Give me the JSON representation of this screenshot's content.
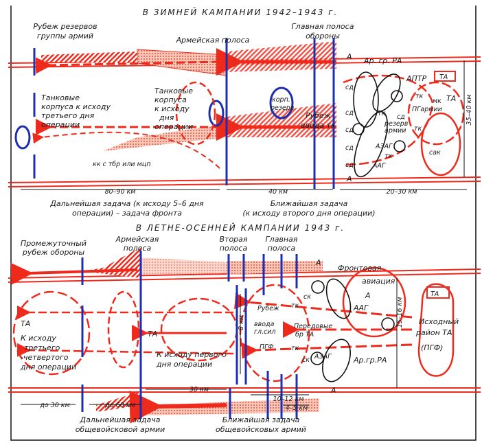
{
  "colors": {
    "attack": "#ee2a1c",
    "defense": "#1d2fb0",
    "text": "#1a1a1a"
  },
  "winter": {
    "title": "В ЗИМНЕЙ КАМПАНИИ 1942–1943 г.",
    "labels": {
      "reserve_line": "Рубеж резервов",
      "reserve_line2": "группы армий",
      "army_zone": "Армейская полоса",
      "main_zone": "Главная полоса",
      "main_zone2": "обороны",
      "a": "А",
      "a2": "А",
      "argr": "Ар. гр. РА",
      "aptr": "АПТР",
      "ta_flag": "ТА",
      "ta": "ТА",
      "tank1": "Танковые",
      "tank2": "корпуса к исходу",
      "tank3": "третьего дня",
      "tank4": "операции",
      "tankb1": "Танковые",
      "tankb2": "корпуса",
      "tankb3": "к исходу",
      "tankb4": "дня",
      "tankb5": "операции",
      "korp1": "корп.",
      "korp2": "резерв",
      "rub1": "Рубеж",
      "rub2": "ввода тк",
      "sd": "сд",
      "tk": "тк",
      "mk": "мк",
      "rezerv1": "резерв",
      "rezerv2": "армии",
      "pg": "ПГармии",
      "azag": "АЗАГ",
      "aag": "ААГ",
      "sak": "сак",
      "kk": "кк с тбр или мцп",
      "width": "35–40 км",
      "d1": "80–90 км",
      "d2": "40 км",
      "d3": "20–30 км",
      "task1": "Дальнейшая задача (к исходу 5–6 дня",
      "task2": "операции) – задача фронта",
      "task3": "Ближайшая задача",
      "task4": "(к исходу второго дня операции)"
    }
  },
  "summer": {
    "title": "В ЛЕТНЕ-ОСЕННЕЙ КАМПАНИИ 1943 г.",
    "labels": {
      "inter1": "Промежуточный",
      "inter2": "рубеж обороны",
      "army1": "Армейская",
      "army2": "полоса",
      "second1": "Вторая",
      "second2": "полоса",
      "main1": "Главная",
      "main2": "полоса",
      "a": "А",
      "a2": "А",
      "a3": "А",
      "front1": "Фронтовая",
      "front2": "авиация",
      "ta1": "ТА",
      "ta2": "ТА",
      "ta_flag": "ТА",
      "k1": "К исходу",
      "k2": "третьего",
      "k3": "-четвертого",
      "k4": "дня операции",
      "f1": "К исходу первого",
      "f2": "дня операции",
      "rub1": "Рубеж",
      "rub2": "ввода",
      "rub3": "гл.сил",
      "pgf": "ПГФ",
      "sk": "ск",
      "tk": "тк",
      "adv1": "Передовые",
      "adv2": "бр ТА",
      "aag": "ААГ",
      "azag": "АЗАГ",
      "argr": "Ар.гр.РА",
      "start1": "Исходный",
      "start2": "район ТА",
      "start3": "(ПГФ)",
      "width": "15–16 км",
      "depth": "8 км",
      "d30": "30 км",
      "d1012": "10–12 км",
      "d45": "4–5 км",
      "do30": "до 30 км",
      "do60": "до 60 км",
      "task1": "Дальнейшая задача",
      "task2": "общевойсковой армии",
      "task3": "Ближайшая задача",
      "task4": "общевойсковых армий"
    }
  }
}
